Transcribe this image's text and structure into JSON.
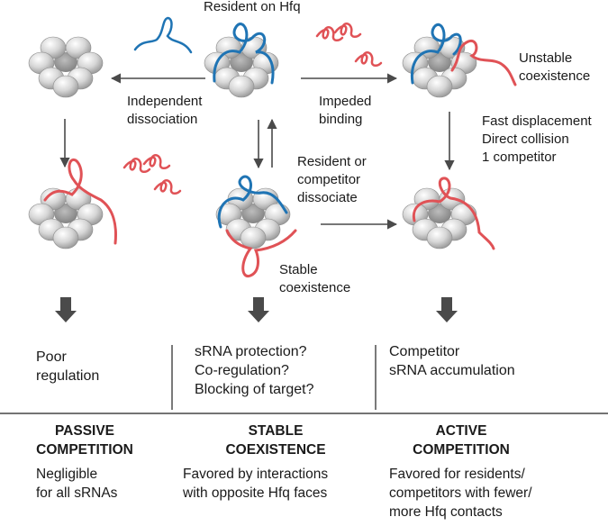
{
  "top_title": "Resident on Hfq",
  "labels": {
    "independent_dissociation": [
      "Independent",
      "dissociation"
    ],
    "impeded_binding": [
      "Impeded",
      "binding"
    ],
    "unstable_coexistence": [
      "Unstable",
      "coexistence"
    ],
    "fast_displacement": [
      "Fast displacement",
      "Direct collision",
      "1 competitor"
    ],
    "resident_or_competitor": [
      "Resident or",
      "competitor",
      "dissociate"
    ],
    "stable_coexistence": [
      "Stable",
      "coexistence"
    ]
  },
  "results": {
    "left": [
      "Poor",
      "regulation"
    ],
    "middle": [
      "sRNA protection?",
      "Co-regulation?",
      "Blocking of target?"
    ],
    "right": [
      "Competitor",
      "sRNA accumulation"
    ]
  },
  "categories": [
    {
      "title": [
        "PASSIVE",
        "COMPETITION"
      ],
      "description": [
        "Negligible",
        "for all sRNAs"
      ]
    },
    {
      "title": [
        "STABLE",
        "COEXISTENCE"
      ],
      "description": [
        "Favored by interactions",
        "with opposite Hfq faces"
      ]
    },
    {
      "title": [
        "ACTIVE",
        "COMPETITION"
      ],
      "description": [
        "Favored for residents/",
        "competitors with fewer/",
        "more Hfq contacts"
      ]
    }
  ],
  "colors": {
    "resident_rna": "#1f74b4",
    "competitor_rna": "#e05256",
    "hfq": "#d3d3d3",
    "arrow": "#4a4a4a"
  }
}
